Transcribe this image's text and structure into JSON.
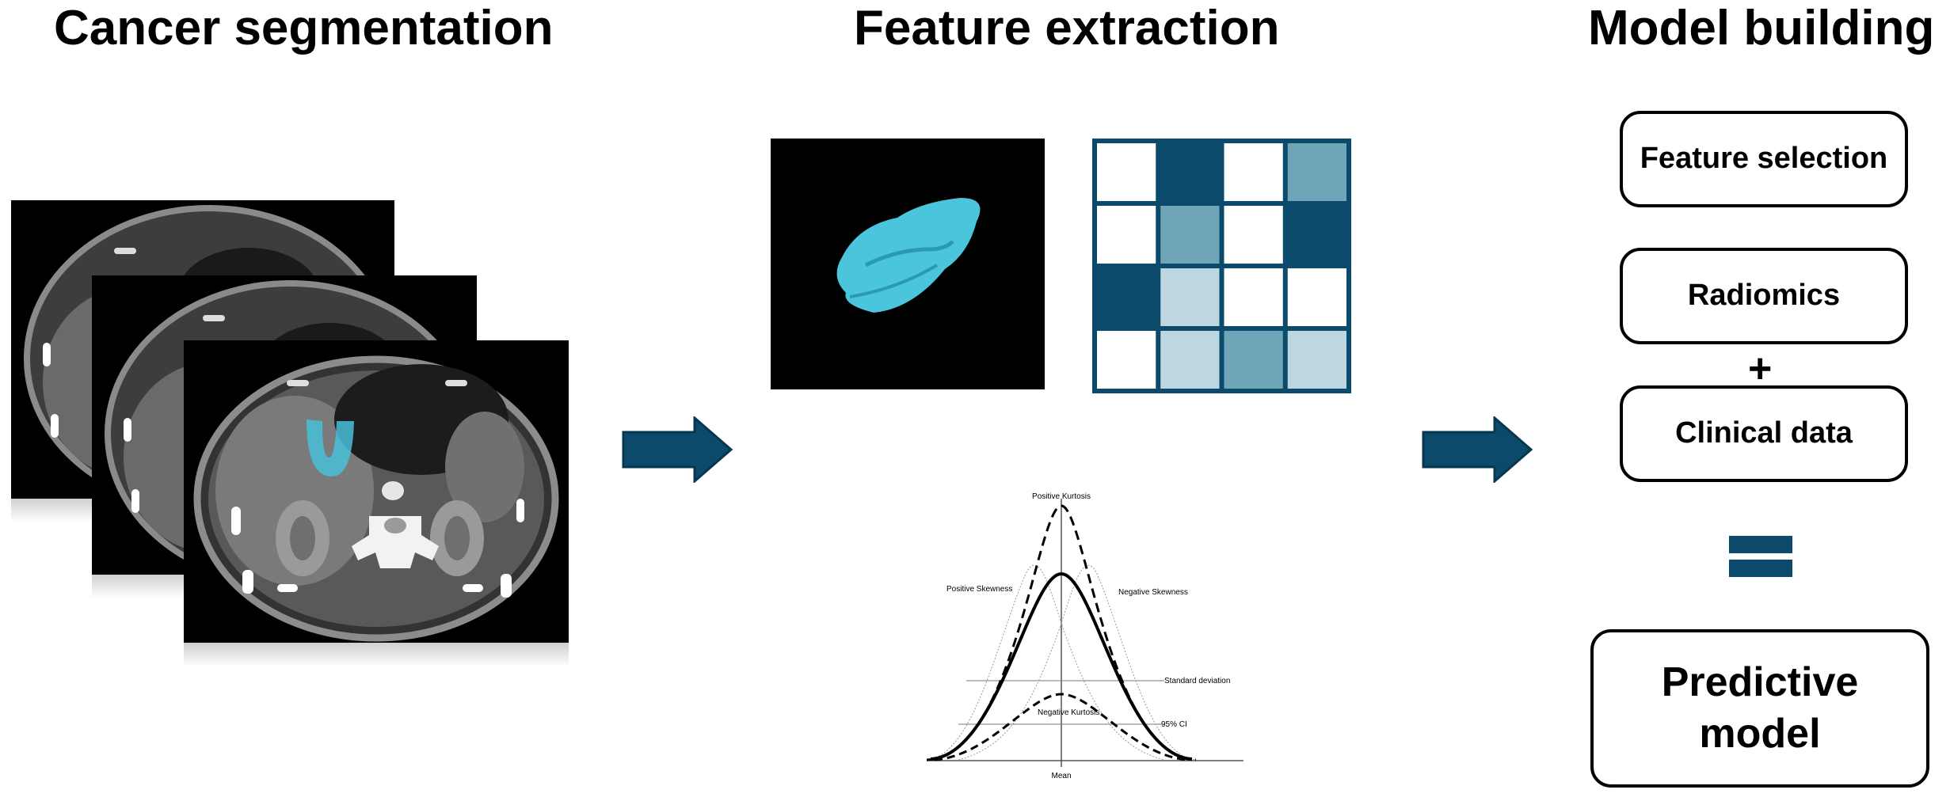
{
  "titles": {
    "segmentation": "Cancer segmentation",
    "extraction": "Feature extraction",
    "model": "Model building"
  },
  "boxes": {
    "feature_selection": "Feature selection",
    "radiomics": "Radiomics",
    "plus": "+",
    "clinical_data": "Clinical data",
    "predictive_model": "Predictive model"
  },
  "distribution_plot": {
    "labels": {
      "positive_kurtosis": "Positive Kurtosis",
      "positive_skewness": "Positive Skewness",
      "negative_skewness": "Negative Skewness",
      "standard_deviation": "Standard deviation",
      "negative_kurtosis": "Negative Kurtosis",
      "ci": "95% CI",
      "mean": "Mean"
    }
  },
  "texture_matrix": {
    "rows": [
      [
        "white",
        "dark",
        "white",
        "mid"
      ],
      [
        "white",
        "mid",
        "white",
        "dark"
      ],
      [
        "dark",
        "light",
        "white",
        "white"
      ],
      [
        "white",
        "light",
        "mid",
        "light"
      ]
    ]
  },
  "colors": {
    "accent": "#0b4a6b",
    "mid": "#6ea6b8",
    "light": "#bcd7e0",
    "tumor": "#46c0d8"
  }
}
